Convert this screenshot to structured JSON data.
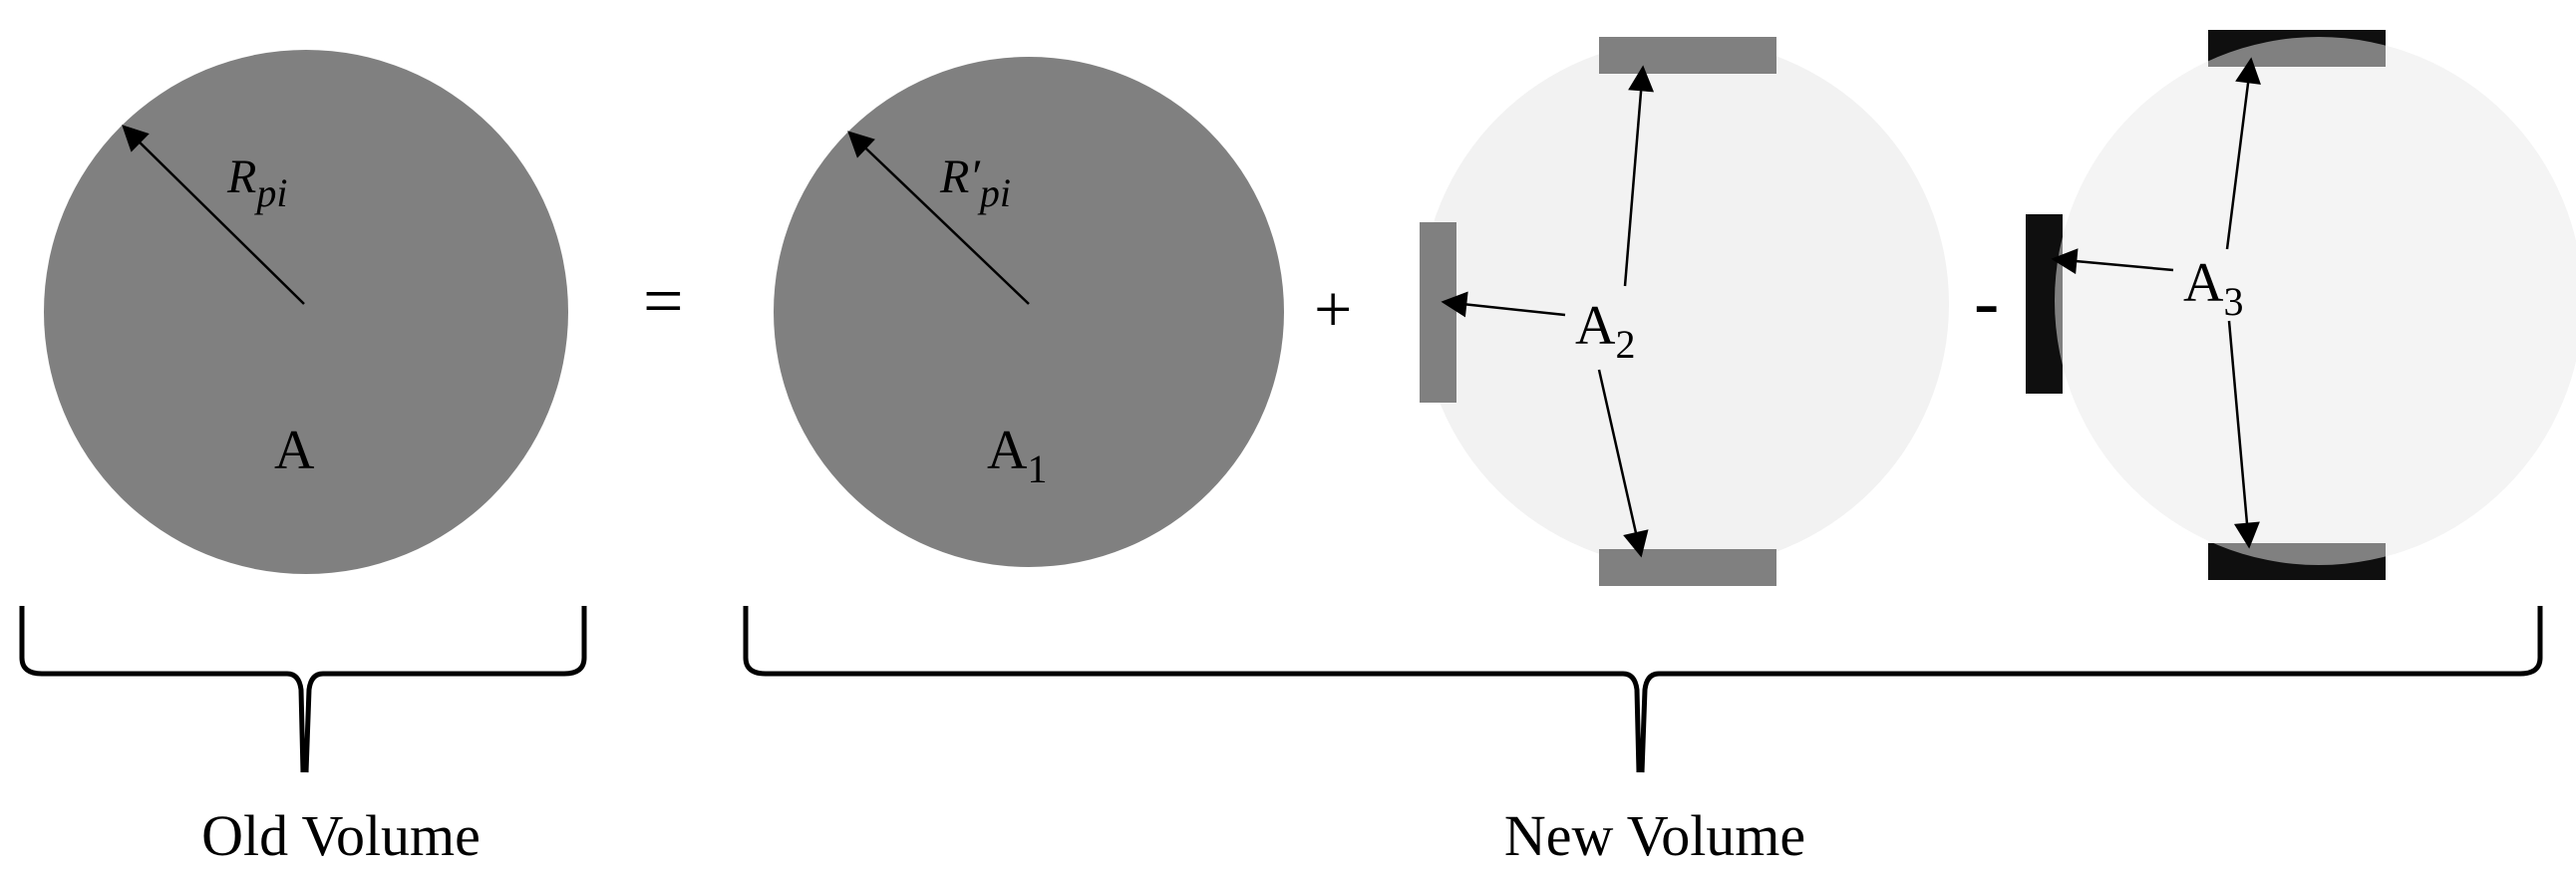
{
  "labels": {
    "radius_old": "R",
    "radius_old_sub": "pi",
    "area_old": "A",
    "radius_new": "R",
    "radius_new_prime": "′",
    "radius_new_sub": "pi",
    "area_1": "A",
    "area_1_sub": "1",
    "area_2": "A",
    "area_2_sub": "2",
    "area_3": "A",
    "area_3_sub": "3",
    "equals": "=",
    "plus": "+",
    "minus": "-",
    "old_volume": "Old Volume",
    "new_volume": "New Volume"
  },
  "colors": {
    "dark_gray": "#808080",
    "light_gray": "#f2f2f2",
    "lighter_gray": "#f4f4f4",
    "black": "#0f0f0f",
    "stroke": "#000000"
  }
}
